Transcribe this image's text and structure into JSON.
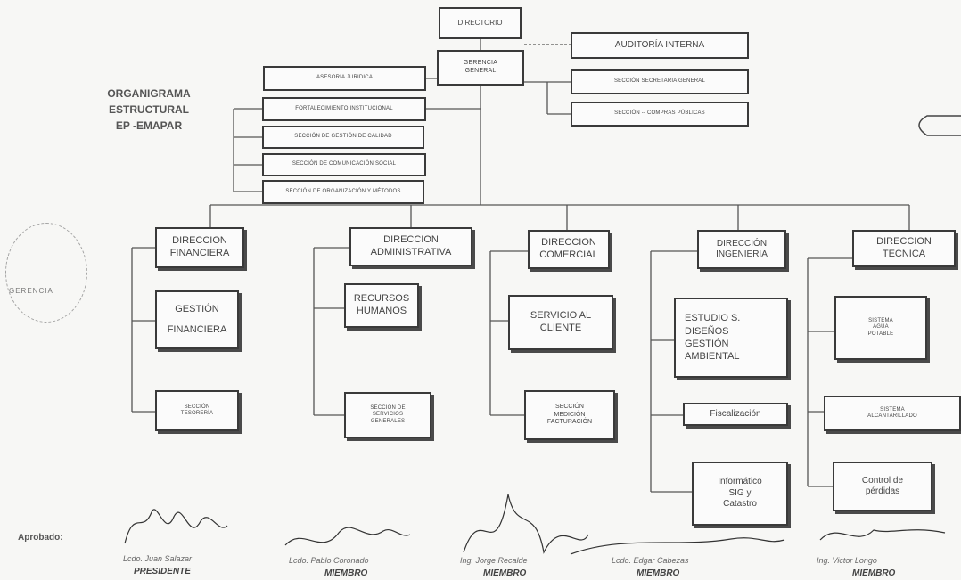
{
  "title": "ORGANIGRAMA\nESTRUCTURAL\nEP -EMAPAR",
  "boxes": {
    "directorio": "DIRECTORIO",
    "auditoria": "AUDITORÍA INTERNA",
    "gerencia": "GERENCIA\nGENERAL",
    "secretaria": "SECCIÓN  SECRETARIA GENERAL",
    "compras": "SECCIÓN -- COMPRAS PÚBLICAS",
    "asesoria": "ASESORIA JURIDICA",
    "fortalecimiento": "FORTALECIMIENTO INSTITUCIONAL",
    "calidad": "SECCIÓN DE GESTIÓN DE CALIDAD",
    "comunicacion": "SECCIÓN DE COMUNICACIÓN SOCIAL",
    "organizacion": "SECCIÓN DE ORGANIZACIÓN Y MÉTODOS",
    "dir_financiera": "DIRECCION\nFINANCIERA",
    "dir_administrativa": "DIRECCION\nADMINISTRATIVA",
    "dir_comercial": "DIRECCION\nCOMERCIAL",
    "dir_ingenieria": "DIRECCIÓN\nINGENIERIA",
    "dir_tecnica": "DIRECCION\nTECNICA",
    "gestion_financiera": "GESTIÓN\n\nFINANCIERA",
    "tesoreria": "SECCIÓN\nTESORERÍA",
    "rrhh": "RECURSOS\nHUMANOS",
    "servicios_generales": "SECCIÓN  DE\nSERVICIOS\nGENERALES",
    "servicio_cliente": "SERVICIO AL\nCLIENTE",
    "medicion": "SECCIÓN\nMEDICIÓN\nFACTURACIÓN",
    "estudios": "ESTUDIO S.\nDISEÑOS\nGESTIÓN\nAMBIENTAL",
    "fiscalizacion": "Fiscalización",
    "informatico": "Informático\nSIG y\nCatastro",
    "agua_potable": "SISTEMA\nAGUA\nPOTABLE",
    "alcantarillado": "SISTEMA\nALCANTARILLADO",
    "perdidas": "Control de\npérdidas"
  },
  "approved_label": "Aprobado:",
  "signatories": [
    {
      "name": "Lcdo. Juan Salazar",
      "role": "PRESIDENTE"
    },
    {
      "name": "Lcdo. Pablo Coronado",
      "role": "MIEMBRO"
    },
    {
      "name": "Ing. Jorge Recalde",
      "role": "MIEMBRO"
    },
    {
      "name": "Lcdo. Edgar Cabezas",
      "role": "MIEMBRO"
    },
    {
      "name": "Ing. Victor Longo",
      "role": "MIEMBRO"
    }
  ],
  "seal_text": "GERENCIA"
}
